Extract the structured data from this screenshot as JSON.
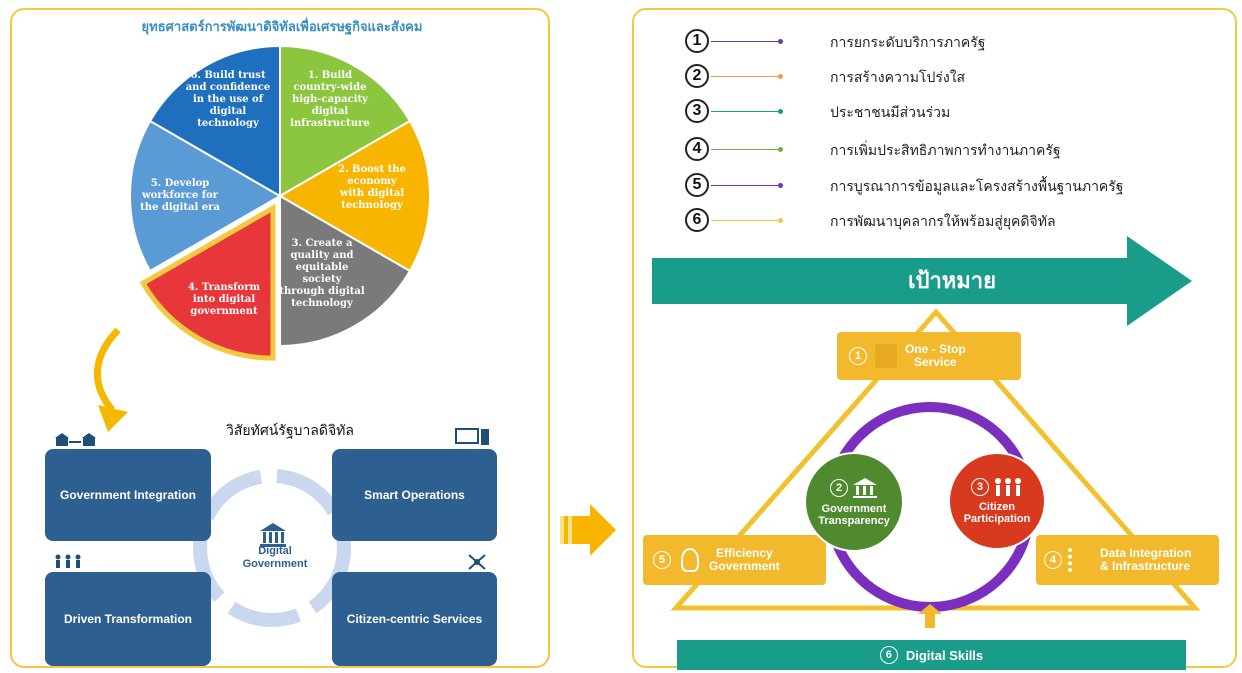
{
  "left": {
    "title": "ยุทธศาสตร์การพัฒนาดิจิทัลเพื่อเศรษฐกิจและสังคม",
    "pie": [
      {
        "label_lines": [
          "1. Build",
          "country-wide",
          "high-capacity",
          "digital",
          "infrastructure"
        ],
        "color": "#8cc63f"
      },
      {
        "label_lines": [
          "2. Boost the",
          "economy",
          "with digital",
          "technology"
        ],
        "color": "#f7b500"
      },
      {
        "label_lines": [
          "3. Create a",
          "quality and",
          "equitable",
          "society",
          "through digital",
          "technology"
        ],
        "color": "#7a7a7a"
      },
      {
        "label_lines": [
          "4. Transform",
          "into digital",
          "government"
        ],
        "color": "#e8373a"
      },
      {
        "label_lines": [
          "5. Develop",
          "workforce for",
          "the digital era"
        ],
        "color": "#5b9bd5"
      },
      {
        "label_lines": [
          "6. Build trust",
          "and confidence",
          "in the use of",
          "digital",
          "technology"
        ],
        "color": "#1f6fbf"
      }
    ],
    "vision_title": "วิสัยทัศน์รัฐบาลดิจิทัล",
    "boxes": {
      "integration": "Government Integration",
      "operations": "Smart Operations",
      "transformation": "Driven Transformation",
      "citizen": "Citizen-centric Services"
    },
    "center_line1": "Digital",
    "center_line2": "Government"
  },
  "right": {
    "legend": [
      {
        "num": "1",
        "label": "การยกระดับบริการภาครัฐ",
        "color": "#6a3d9a"
      },
      {
        "num": "2",
        "label": "การสร้างความโปร่งใส",
        "color": "#f2994a"
      },
      {
        "num": "3",
        "label": "ประชาชนมีส่วนร่วม",
        "color": "#1a9c8a"
      },
      {
        "num": "4",
        "label": "การเพิ่มประสิทธิภาพการทำงานภาครัฐ",
        "color": "#6ab04c"
      },
      {
        "num": "5",
        "label": "การบูรณาการข้อมูลและโครงสร้างพื้นฐานภาครัฐ",
        "color": "#7b2fbf"
      },
      {
        "num": "6",
        "label": "การพัฒนาบุคลากรให้พร้อมสู่ยุคดิจิทัล",
        "color": "#f5c842"
      }
    ],
    "goal": "เป้าหมาย",
    "tags": {
      "one_stop_num": "1",
      "one_stop_line1": "One - Stop",
      "one_stop_line2": "Service",
      "efficiency_num": "5",
      "efficiency_line1": "Efficiency",
      "efficiency_line2": "Government",
      "data_num": "4",
      "data_line1": "Data Integration",
      "data_line2": "& Infrastructure",
      "skills_num": "6",
      "skills": "Digital Skills"
    },
    "circles": {
      "transparency_num": "2",
      "transparency_line1": "Government",
      "transparency_line2": "Transparency",
      "participation_num": "3",
      "participation_line1": "Citizen",
      "participation_line2": "Participation"
    }
  },
  "colors": {
    "panel_border": "#f5c842",
    "box_blue": "#2e5f91",
    "goal_teal": "#1a9c8a",
    "tag_gold": "#f2b92c",
    "ring_purple": "#7b2fbf",
    "circle_green": "#4f8a2f",
    "circle_red": "#d83a1f"
  }
}
